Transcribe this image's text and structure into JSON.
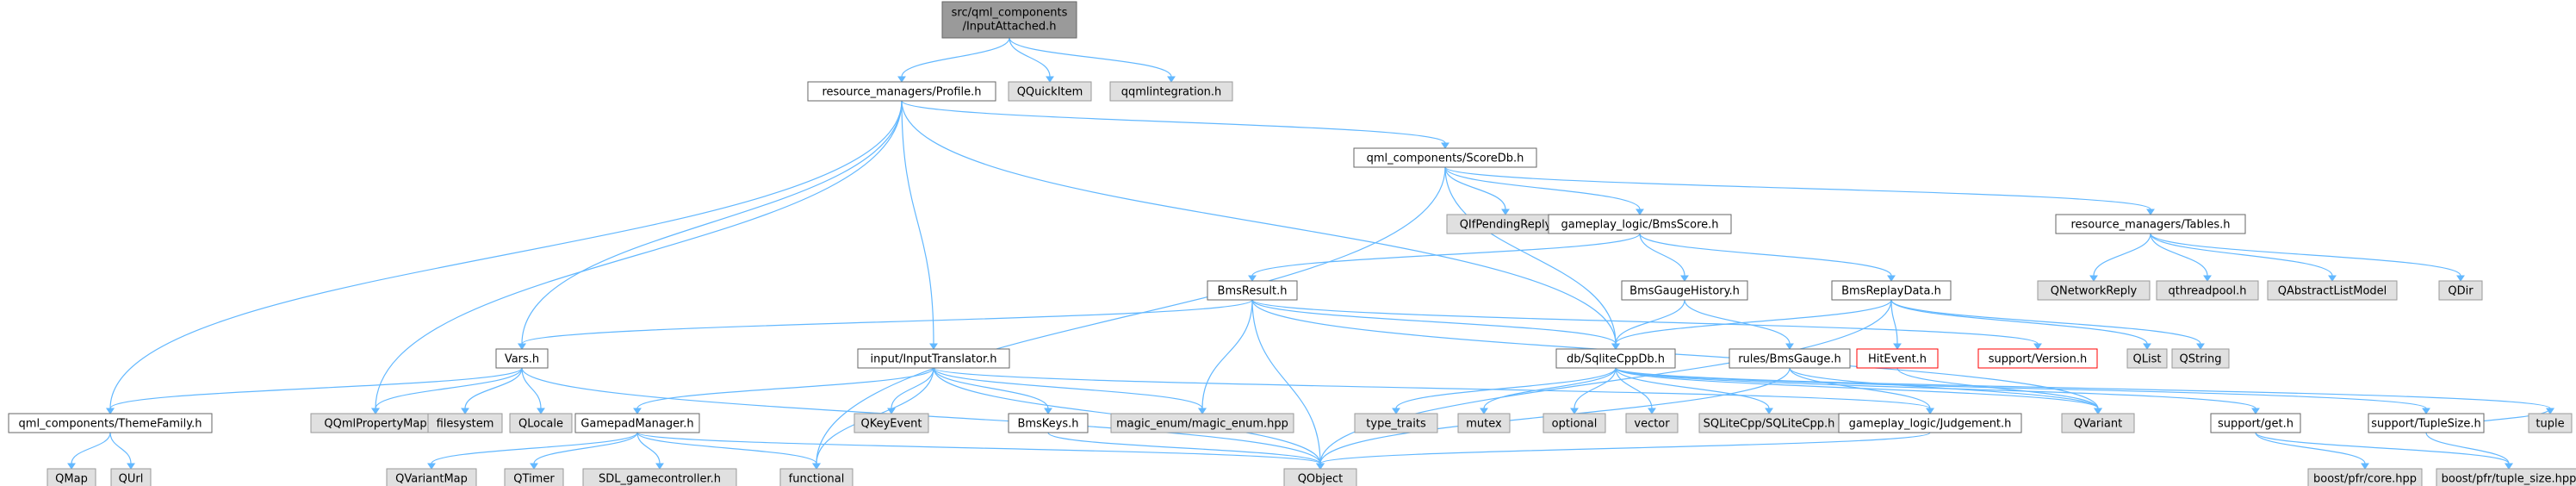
{
  "colors": {
    "edge": "#63b8ff",
    "node_fill": "#ffffff",
    "node_stroke": "#666666",
    "external_fill": "#e0e0e0",
    "external_stroke": "#999999",
    "root_fill": "#9a9a9a",
    "missing_stroke": "#ff0000"
  },
  "nodes": [
    {
      "id": "n0",
      "label": "src/qml_components/InputAttached.h",
      "kind": "root"
    },
    {
      "id": "n1",
      "label": "resource_managers/Profile.h",
      "kind": "internal"
    },
    {
      "id": "n2",
      "label": "QQuickItem",
      "kind": "external"
    },
    {
      "id": "n3",
      "label": "qqmlintegration.h",
      "kind": "external"
    },
    {
      "id": "n4",
      "label": "qml_components/ScoreDb.h",
      "kind": "internal"
    },
    {
      "id": "n5",
      "label": "QIfPendingReply",
      "kind": "external"
    },
    {
      "id": "n6",
      "label": "gameplay_logic/BmsScore.h",
      "kind": "internal"
    },
    {
      "id": "n7",
      "label": "resource_managers/Tables.h",
      "kind": "internal"
    },
    {
      "id": "n8",
      "label": "QNetworkReply",
      "kind": "external"
    },
    {
      "id": "n9",
      "label": "qthreadpool.h",
      "kind": "external"
    },
    {
      "id": "n10",
      "label": "QAbstractListModel",
      "kind": "external"
    },
    {
      "id": "n11",
      "label": "QDir",
      "kind": "external"
    },
    {
      "id": "n12",
      "label": "BmsResult.h",
      "kind": "internal"
    },
    {
      "id": "n13",
      "label": "BmsGaugeHistory.h",
      "kind": "internal"
    },
    {
      "id": "n14",
      "label": "BmsReplayData.h",
      "kind": "internal"
    },
    {
      "id": "n15",
      "label": "Vars.h",
      "kind": "internal"
    },
    {
      "id": "n16",
      "label": "input/InputTranslator.h",
      "kind": "internal"
    },
    {
      "id": "n17",
      "label": "db/SqliteCppDb.h",
      "kind": "internal"
    },
    {
      "id": "n18",
      "label": "rules/BmsGauge.h",
      "kind": "internal"
    },
    {
      "id": "n19",
      "label": "HitEvent.h",
      "kind": "missing"
    },
    {
      "id": "n20",
      "label": "support/Version.h",
      "kind": "missing"
    },
    {
      "id": "n21",
      "label": "QList",
      "kind": "external"
    },
    {
      "id": "n22",
      "label": "QString",
      "kind": "external"
    },
    {
      "id": "n23",
      "label": "qml_components/ThemeFamily.h",
      "kind": "internal"
    },
    {
      "id": "n24",
      "label": "QQmlPropertyMap",
      "kind": "external"
    },
    {
      "id": "n25",
      "label": "filesystem",
      "kind": "external"
    },
    {
      "id": "n26",
      "label": "QLocale",
      "kind": "external"
    },
    {
      "id": "n27",
      "label": "GamepadManager.h",
      "kind": "internal"
    },
    {
      "id": "n28",
      "label": "QKeyEvent",
      "kind": "external"
    },
    {
      "id": "n29",
      "label": "BmsKeys.h",
      "kind": "internal"
    },
    {
      "id": "n30",
      "label": "magic_enum/magic_enum.hpp",
      "kind": "external"
    },
    {
      "id": "n31",
      "label": "type_traits",
      "kind": "external"
    },
    {
      "id": "n32",
      "label": "mutex",
      "kind": "external"
    },
    {
      "id": "n33",
      "label": "optional",
      "kind": "external"
    },
    {
      "id": "n34",
      "label": "vector",
      "kind": "external"
    },
    {
      "id": "n35",
      "label": "SQLiteCpp/SQLiteCpp.h",
      "kind": "external"
    },
    {
      "id": "n36",
      "label": "gameplay_logic/Judgement.h",
      "kind": "internal"
    },
    {
      "id": "n37",
      "label": "QVariant",
      "kind": "external"
    },
    {
      "id": "n38",
      "label": "support/get.h",
      "kind": "internal"
    },
    {
      "id": "n39",
      "label": "support/TupleSize.h",
      "kind": "internal"
    },
    {
      "id": "n40",
      "label": "tuple",
      "kind": "external"
    },
    {
      "id": "n41",
      "label": "QMap",
      "kind": "external"
    },
    {
      "id": "n42",
      "label": "QUrl",
      "kind": "external"
    },
    {
      "id": "n43",
      "label": "QVariantMap",
      "kind": "external"
    },
    {
      "id": "n44",
      "label": "QTimer",
      "kind": "external"
    },
    {
      "id": "n45",
      "label": "SDL_gamecontroller.h",
      "kind": "external"
    },
    {
      "id": "n46",
      "label": "functional",
      "kind": "external"
    },
    {
      "id": "n47",
      "label": "QObject",
      "kind": "external"
    },
    {
      "id": "n48",
      "label": "boost/pfr/core.hpp",
      "kind": "external"
    },
    {
      "id": "n49",
      "label": "boost/pfr/tuple_size.hpp",
      "kind": "external"
    }
  ],
  "edges": [
    [
      "n0",
      "n1"
    ],
    [
      "n0",
      "n2"
    ],
    [
      "n0",
      "n3"
    ],
    [
      "n1",
      "n4"
    ],
    [
      "n1",
      "n15"
    ],
    [
      "n1",
      "n16"
    ],
    [
      "n1",
      "n17"
    ],
    [
      "n1",
      "n23"
    ],
    [
      "n1",
      "n24"
    ],
    [
      "n4",
      "n5"
    ],
    [
      "n4",
      "n6"
    ],
    [
      "n4",
      "n7"
    ],
    [
      "n4",
      "n17"
    ],
    [
      "n4",
      "n46"
    ],
    [
      "n7",
      "n8"
    ],
    [
      "n7",
      "n9"
    ],
    [
      "n7",
      "n10"
    ],
    [
      "n7",
      "n11"
    ],
    [
      "n6",
      "n12"
    ],
    [
      "n6",
      "n13"
    ],
    [
      "n6",
      "n14"
    ],
    [
      "n12",
      "n15"
    ],
    [
      "n12",
      "n17"
    ],
    [
      "n12",
      "n20"
    ],
    [
      "n12",
      "n30"
    ],
    [
      "n12",
      "n47"
    ],
    [
      "n12",
      "n37"
    ],
    [
      "n13",
      "n17"
    ],
    [
      "n13",
      "n18"
    ],
    [
      "n14",
      "n17"
    ],
    [
      "n14",
      "n19"
    ],
    [
      "n14",
      "n21"
    ],
    [
      "n14",
      "n22"
    ],
    [
      "n14",
      "n47"
    ],
    [
      "n15",
      "n23"
    ],
    [
      "n15",
      "n24"
    ],
    [
      "n15",
      "n25"
    ],
    [
      "n15",
      "n26"
    ],
    [
      "n15",
      "n47"
    ],
    [
      "n16",
      "n27"
    ],
    [
      "n16",
      "n28"
    ],
    [
      "n16",
      "n29"
    ],
    [
      "n16",
      "n30"
    ],
    [
      "n16",
      "n46"
    ],
    [
      "n16",
      "n47"
    ],
    [
      "n16",
      "n36"
    ],
    [
      "n17",
      "n31"
    ],
    [
      "n17",
      "n32"
    ],
    [
      "n17",
      "n33"
    ],
    [
      "n17",
      "n34"
    ],
    [
      "n17",
      "n35"
    ],
    [
      "n17",
      "n37"
    ],
    [
      "n17",
      "n38"
    ],
    [
      "n17",
      "n39"
    ],
    [
      "n17",
      "n40"
    ],
    [
      "n18",
      "n36"
    ],
    [
      "n18",
      "n37"
    ],
    [
      "n18",
      "n47"
    ],
    [
      "n19",
      "n37"
    ],
    [
      "n23",
      "n41"
    ],
    [
      "n23",
      "n42"
    ],
    [
      "n27",
      "n43"
    ],
    [
      "n27",
      "n44"
    ],
    [
      "n27",
      "n45"
    ],
    [
      "n27",
      "n46"
    ],
    [
      "n27",
      "n47"
    ],
    [
      "n29",
      "n47"
    ],
    [
      "n36",
      "n47"
    ],
    [
      "n38",
      "n48"
    ],
    [
      "n38",
      "n49"
    ],
    [
      "n39",
      "n49"
    ],
    [
      "n39",
      "n40"
    ]
  ]
}
